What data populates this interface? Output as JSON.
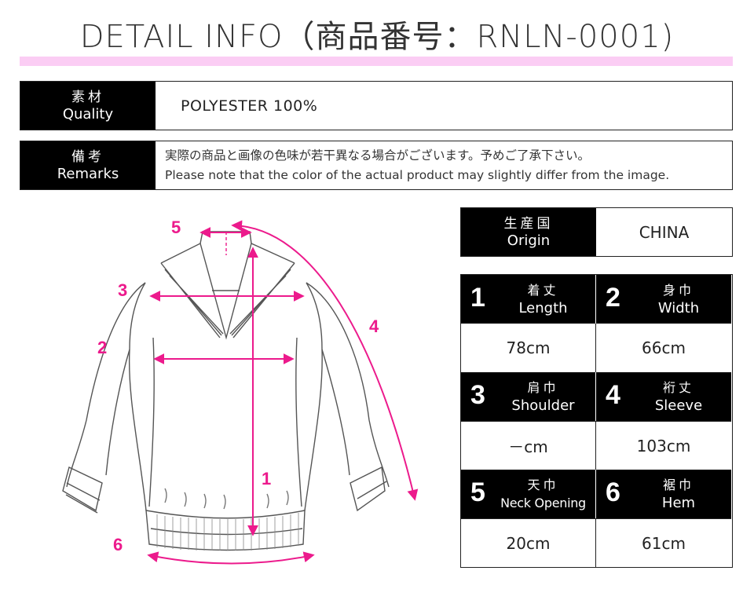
{
  "header": {
    "title": "DETAIL INFO（商品番号：RNLN-0001)"
  },
  "quality": {
    "label_jp": "素材",
    "label_en": "Quality",
    "value": "POLYESTER 100%"
  },
  "remarks": {
    "label_jp": "備考",
    "label_en": "Remarks",
    "line_jp": "実際の商品と画像の色味が若干異なる場合がございます。予めご了承下さい。",
    "line_en": "Please note that the color of the actual product may slightly differ from the image."
  },
  "origin": {
    "label_jp": "生産国",
    "label_en": "Origin",
    "value": "CHINA"
  },
  "measurements": [
    {
      "num": "1",
      "label_jp": "着丈",
      "label_en": "Length",
      "value": "78cm"
    },
    {
      "num": "2",
      "label_jp": "身巾",
      "label_en": "Width",
      "value": "66cm"
    },
    {
      "num": "3",
      "label_jp": "肩巾",
      "label_en": "Shoulder",
      "value": "－cm"
    },
    {
      "num": "4",
      "label_jp": "裄丈",
      "label_en": "Sleeve",
      "value": "103cm"
    },
    {
      "num": "5",
      "label_jp": "天巾",
      "label_en": "Neck Opening",
      "value": "20cm"
    },
    {
      "num": "6",
      "label_jp": "裾巾",
      "label_en": "Hem",
      "value": "61cm"
    }
  ],
  "diagram": {
    "marker_labels": [
      "1",
      "2",
      "3",
      "4",
      "5",
      "6"
    ],
    "accent_color": "#ec1a8c",
    "title_bar_color": "#fbcdf4"
  }
}
